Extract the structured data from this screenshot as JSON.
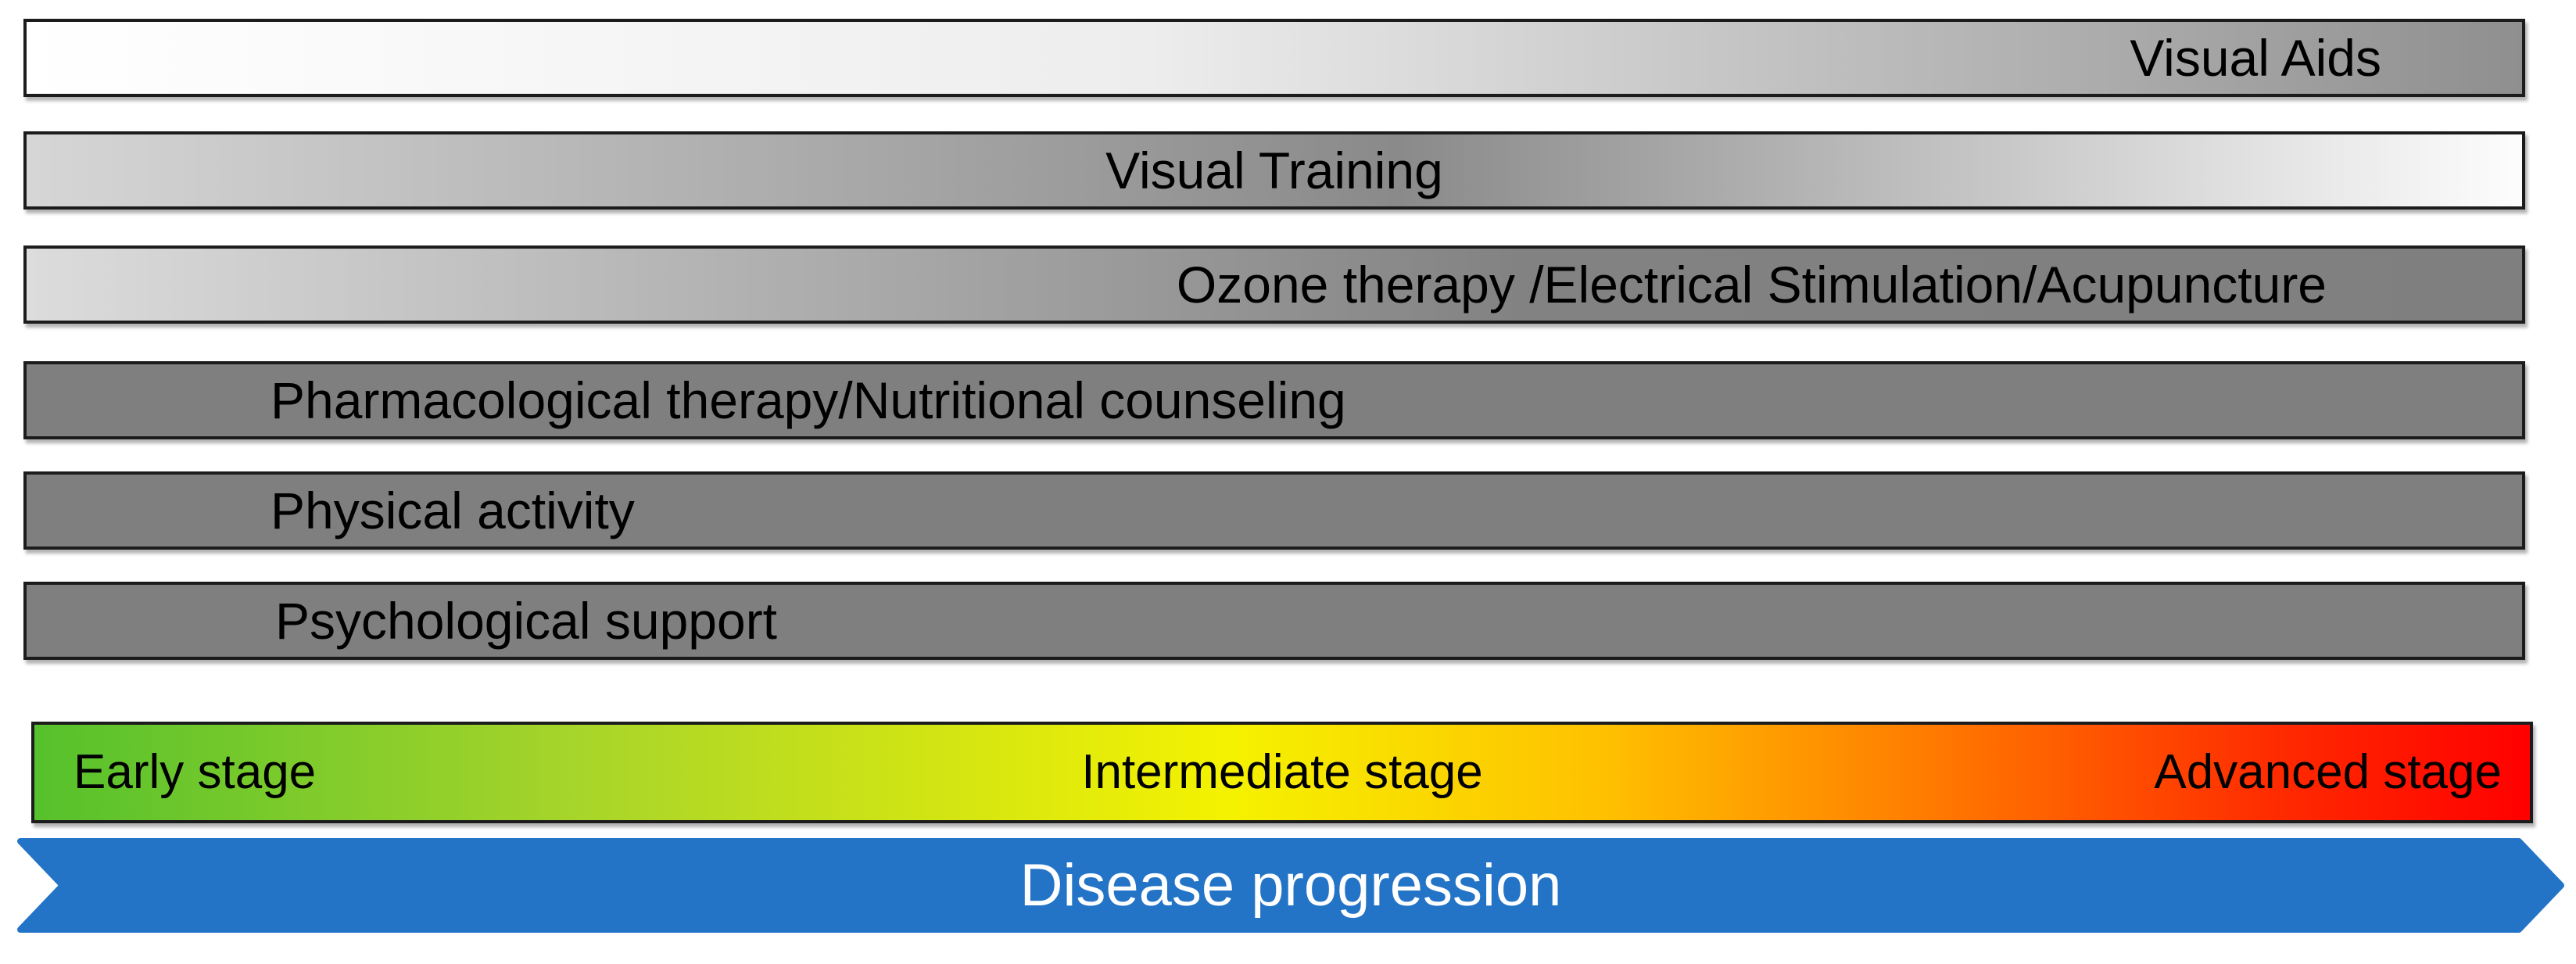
{
  "therapy_bars": [
    {
      "label": "Visual Aids",
      "label_position": "right",
      "fill": "gradient",
      "fill_stops": [
        "#ffffff",
        "#ededed",
        "#8f8f8f"
      ]
    },
    {
      "label": "Visual Training",
      "label_position": "center",
      "fill": "gradient",
      "fill_stops": [
        "#d6d6d6",
        "#8a8a8a",
        "#fdfdfd"
      ]
    },
    {
      "label": "Ozone therapy /Electrical Stimulation/Acupuncture",
      "label_position": "right-of-center",
      "fill": "gradient",
      "fill_stops": [
        "#dcdcdc",
        "#828282",
        "#7f7f7f"
      ]
    },
    {
      "label": "Pharmacological therapy/Nutritional counseling",
      "label_position": "left",
      "fill": "solid",
      "fill_stops": [
        "#7f7f7f"
      ]
    },
    {
      "label": "Physical activity",
      "label_position": "left",
      "fill": "solid",
      "fill_stops": [
        "#7f7f7f"
      ]
    },
    {
      "label": "Psychological support",
      "label_position": "left",
      "fill": "solid",
      "fill_stops": [
        "#7f7f7f"
      ]
    }
  ],
  "stage_bar": {
    "labels": [
      {
        "text": "Early stage",
        "position": "left"
      },
      {
        "text": "Intermediate stage",
        "position": "center"
      },
      {
        "text": "Advanced stage",
        "position": "right"
      }
    ],
    "gradient_stops": [
      "#56c12c",
      "#a8d52a",
      "#f5f200",
      "#ffc000",
      "#ff8000",
      "#ff2a00",
      "#ff0000"
    ],
    "text_color": "#000000",
    "border_color": "#1c1c1c"
  },
  "progression_arrow": {
    "label": "Disease progression",
    "direction": "right",
    "fill_color": "#2374c7",
    "text_color": "#ffffff"
  }
}
